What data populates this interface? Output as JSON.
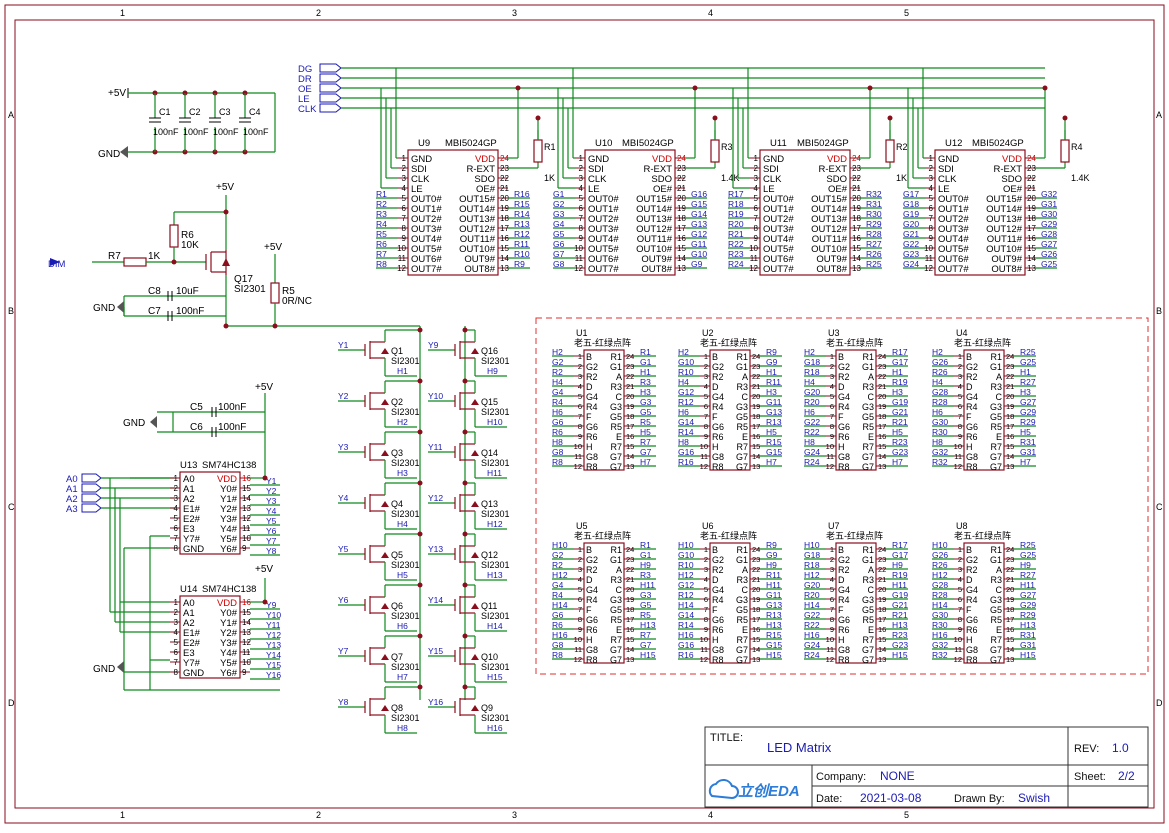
{
  "frame": {
    "columns": [
      "1",
      "2",
      "3",
      "4",
      "5"
    ],
    "rows": [
      "A",
      "B",
      "C",
      "D"
    ]
  },
  "title_block": {
    "title_label": "TITLE:",
    "title": "LED Matrix",
    "rev_label": "REV:",
    "rev": "1.0",
    "company_label": "Company:",
    "company": "NONE",
    "sheet_label": "Sheet:",
    "sheet": "2/2",
    "date_label": "Date:",
    "date": "2021-03-08",
    "drawn_label": "Drawn By:",
    "drawn_by": "Swish",
    "logo_text": "立创EDA"
  },
  "power": {
    "vcc": "+5V",
    "gnd": "GND"
  },
  "bus_inputs": [
    "DG",
    "DR",
    "OE",
    "LE",
    "CLK"
  ],
  "address_inputs": [
    "A0",
    "A1",
    "A2",
    "A3"
  ],
  "decoupling": [
    {
      "ref": "C1",
      "value": "100nF"
    },
    {
      "ref": "C2",
      "value": "100nF"
    },
    {
      "ref": "C3",
      "value": "100nF"
    },
    {
      "ref": "C4",
      "value": "100nF"
    }
  ],
  "dim_circuit": {
    "input": "DIM",
    "r7": {
      "ref": "R7",
      "value": "1K"
    },
    "r6": {
      "ref": "R6",
      "value": "10K"
    },
    "r5": {
      "ref": "R5",
      "value": "0R/NC"
    },
    "q17": {
      "ref": "Q17",
      "part": "SI2301"
    },
    "c8": {
      "ref": "C8",
      "value": "10uF"
    },
    "c7": {
      "ref": "C7",
      "value": "100nF"
    }
  },
  "drivers": [
    {
      "ref": "U9",
      "part": "MBI5024GP",
      "rref": "R1",
      "rval": "1K",
      "left_nets": [
        "R1",
        "R2",
        "R3",
        "R4",
        "R5",
        "R6",
        "R7",
        "R8"
      ],
      "right_nets": [
        "R16",
        "R15",
        "R14",
        "R13",
        "R12",
        "R11",
        "R10",
        "R9"
      ]
    },
    {
      "ref": "U10",
      "part": "MBI5024GP",
      "rref": "R3",
      "rval": "1.4K",
      "left_nets": [
        "G1",
        "G2",
        "G3",
        "G4",
        "G5",
        "G6",
        "G7",
        "G8"
      ],
      "right_nets": [
        "G16",
        "G15",
        "G14",
        "G13",
        "G12",
        "G11",
        "G10",
        "G9"
      ]
    },
    {
      "ref": "U11",
      "part": "MBI5024GP",
      "rref": "R2",
      "rval": "1K",
      "left_nets": [
        "R17",
        "R18",
        "R19",
        "R20",
        "R21",
        "R22",
        "R23",
        "R24"
      ],
      "right_nets": [
        "R32",
        "R31",
        "R30",
        "R29",
        "R28",
        "R27",
        "R26",
        "R25"
      ]
    },
    {
      "ref": "U12",
      "part": "MBI5024GP",
      "rref": "R4",
      "rval": "1.4K",
      "left_nets": [
        "G17",
        "G18",
        "G19",
        "G20",
        "G21",
        "G22",
        "G23",
        "G24"
      ],
      "right_nets": [
        "G32",
        "G31",
        "G30",
        "G29",
        "G28",
        "G27",
        "G26",
        "G25"
      ]
    }
  ],
  "driver_pins": {
    "left": [
      "GND",
      "SDI",
      "CLK",
      "LE",
      "OUT0#",
      "OUT1#",
      "OUT2#",
      "OUT3#",
      "OUT4#",
      "OUT5#",
      "OUT6#",
      "OUT7#"
    ],
    "left_nums": [
      "1",
      "2",
      "3",
      "4",
      "5",
      "6",
      "7",
      "8",
      "9",
      "10",
      "11",
      "12"
    ],
    "right": [
      "VDD",
      "R-EXT",
      "SDO",
      "OE#",
      "OUT15#",
      "OUT14#",
      "OUT13#",
      "OUT12#",
      "OUT11#",
      "OUT10#",
      "OUT9#",
      "OUT8#"
    ],
    "right_nums": [
      "24",
      "23",
      "22",
      "21",
      "20",
      "19",
      "18",
      "17",
      "16",
      "15",
      "14",
      "13"
    ]
  },
  "decoders": [
    {
      "ref": "U13",
      "part": "SM74HC138",
      "outs": [
        "Y1",
        "Y2",
        "Y3",
        "Y4",
        "Y5",
        "Y6",
        "Y7",
        "Y8"
      ]
    },
    {
      "ref": "U14",
      "part": "SM74HC138",
      "outs": [
        "Y9",
        "Y10",
        "Y11",
        "Y12",
        "Y13",
        "Y14",
        "Y15",
        "Y16"
      ]
    }
  ],
  "decoder_pins": {
    "left": [
      "A0",
      "A1",
      "A2",
      "E1#",
      "E2#",
      "E3",
      "Y7#",
      "GND"
    ],
    "left_nums": [
      "1",
      "2",
      "3",
      "4",
      "5",
      "6",
      "7",
      "8"
    ],
    "right": [
      "VDD",
      "Y0#",
      "Y1#",
      "Y2#",
      "Y3#",
      "Y4#",
      "Y5#",
      "Y6#"
    ],
    "right_nums": [
      "16",
      "15",
      "14",
      "13",
      "12",
      "11",
      "10",
      "9"
    ]
  },
  "decoder_caps": [
    {
      "ref": "C5",
      "value": "100nF"
    },
    {
      "ref": "C6",
      "value": "100nF"
    }
  ],
  "mosfets": [
    {
      "ref": "Q1",
      "part": "SI2301",
      "gate": "Y1",
      "net": "H1"
    },
    {
      "ref": "Q2",
      "part": "SI2301",
      "gate": "Y2",
      "net": "H2"
    },
    {
      "ref": "Q3",
      "part": "SI2301",
      "gate": "Y3",
      "net": "H3"
    },
    {
      "ref": "Q4",
      "part": "SI2301",
      "gate": "Y4",
      "net": "H4"
    },
    {
      "ref": "Q5",
      "part": "SI2301",
      "gate": "Y5",
      "net": "H5"
    },
    {
      "ref": "Q6",
      "part": "SI2301",
      "gate": "Y6",
      "net": "H6"
    },
    {
      "ref": "Q7",
      "part": "SI2301",
      "gate": "Y7",
      "net": "H7"
    },
    {
      "ref": "Q8",
      "part": "SI2301",
      "gate": "Y8",
      "net": "H8"
    },
    {
      "ref": "Q16",
      "part": "SI2301",
      "gate": "Y9",
      "net": "H9"
    },
    {
      "ref": "Q15",
      "part": "SI2301",
      "gate": "Y10",
      "net": "H10"
    },
    {
      "ref": "Q14",
      "part": "SI2301",
      "gate": "Y11",
      "net": "H11"
    },
    {
      "ref": "Q13",
      "part": "SI2301",
      "gate": "Y12",
      "net": "H12"
    },
    {
      "ref": "Q12",
      "part": "SI2301",
      "gate": "Y13",
      "net": "H13"
    },
    {
      "ref": "Q11",
      "part": "SI2301",
      "gate": "Y14",
      "net": "H14"
    },
    {
      "ref": "Q10",
      "part": "SI2301",
      "gate": "Y15",
      "net": "H15"
    },
    {
      "ref": "Q9",
      "part": "SI2301",
      "gate": "Y16",
      "net": "H16"
    }
  ],
  "matrix_pins": {
    "left": [
      "B",
      "G2",
      "R2",
      "D",
      "G4",
      "R4",
      "F",
      "G6",
      "R6",
      "H",
      "G8",
      "R8"
    ],
    "right": [
      "R1",
      "G1",
      "A",
      "R3",
      "C",
      "G3",
      "G5",
      "R5",
      "E",
      "R7",
      "G7",
      "G7"
    ],
    "left_nums": [
      "1",
      "2",
      "3",
      "4",
      "5",
      "6",
      "7",
      "8",
      "9",
      "10",
      "11",
      "12"
    ],
    "right_nums": [
      "24",
      "23",
      "22",
      "21",
      "20",
      "19",
      "18",
      "17",
      "16",
      "15",
      "14",
      "13"
    ]
  },
  "matrices": [
    {
      "ref": "U1",
      "desc": "老五-红绿点阵",
      "left_nets": [
        "H2",
        "G2",
        "R2",
        "H4",
        "G4",
        "R4",
        "H6",
        "G6",
        "R6",
        "H8",
        "G8",
        "R8"
      ],
      "right_nets": [
        "R1",
        "G1",
        "H1",
        "R3",
        "H3",
        "G3",
        "G5",
        "R5",
        "H5",
        "R7",
        "G7",
        "H7"
      ]
    },
    {
      "ref": "U2",
      "desc": "老五-红绿点阵",
      "left_nets": [
        "H2",
        "G10",
        "R10",
        "H4",
        "G12",
        "R12",
        "H6",
        "G14",
        "R14",
        "H8",
        "G16",
        "R16"
      ],
      "right_nets": [
        "R9",
        "G9",
        "H1",
        "R11",
        "H3",
        "G11",
        "G13",
        "R13",
        "H5",
        "R15",
        "G15",
        "H7"
      ]
    },
    {
      "ref": "U3",
      "desc": "老五-红绿点阵",
      "left_nets": [
        "H2",
        "G18",
        "R18",
        "H4",
        "G20",
        "R20",
        "H6",
        "G22",
        "R22",
        "H8",
        "G24",
        "R24"
      ],
      "right_nets": [
        "R17",
        "G17",
        "H1",
        "R19",
        "H3",
        "G19",
        "G21",
        "R21",
        "H5",
        "R23",
        "G23",
        "H7"
      ]
    },
    {
      "ref": "U4",
      "desc": "老五-红绿点阵",
      "left_nets": [
        "H2",
        "G26",
        "R26",
        "H4",
        "G28",
        "R28",
        "H6",
        "G30",
        "R30",
        "H8",
        "G32",
        "R32"
      ],
      "right_nets": [
        "R25",
        "G25",
        "H1",
        "R27",
        "H3",
        "G27",
        "G29",
        "R29",
        "H5",
        "R31",
        "G31",
        "H7"
      ]
    },
    {
      "ref": "U5",
      "desc": "老五-红绿点阵",
      "left_nets": [
        "H10",
        "G2",
        "R2",
        "H12",
        "G4",
        "R4",
        "H14",
        "G6",
        "R6",
        "H16",
        "G8",
        "R8"
      ],
      "right_nets": [
        "R1",
        "G1",
        "H9",
        "R3",
        "H11",
        "G3",
        "G5",
        "R5",
        "H13",
        "R7",
        "G7",
        "H15"
      ]
    },
    {
      "ref": "U6",
      "desc": "老五-红绿点阵",
      "left_nets": [
        "H10",
        "G10",
        "R10",
        "H12",
        "G12",
        "R12",
        "H14",
        "G14",
        "R14",
        "H16",
        "G16",
        "R16"
      ],
      "right_nets": [
        "R9",
        "G9",
        "H9",
        "R11",
        "H11",
        "G11",
        "G13",
        "R13",
        "H13",
        "R15",
        "G15",
        "H15"
      ]
    },
    {
      "ref": "U7",
      "desc": "老五-红绿点阵",
      "left_nets": [
        "H10",
        "G18",
        "R18",
        "H12",
        "G20",
        "R20",
        "H14",
        "G22",
        "R22",
        "H16",
        "G24",
        "R24"
      ],
      "right_nets": [
        "R17",
        "G17",
        "H9",
        "R19",
        "H11",
        "G19",
        "G21",
        "R21",
        "H13",
        "R23",
        "G23",
        "H15"
      ]
    },
    {
      "ref": "U8",
      "desc": "老五-红绿点阵",
      "left_nets": [
        "H10",
        "G26",
        "R26",
        "H12",
        "G28",
        "R28",
        "H14",
        "G30",
        "R30",
        "H16",
        "G32",
        "R32"
      ],
      "right_nets": [
        "R25",
        "G25",
        "H9",
        "R27",
        "H11",
        "G27",
        "G29",
        "R29",
        "H13",
        "R31",
        "G31",
        "H15"
      ]
    }
  ]
}
